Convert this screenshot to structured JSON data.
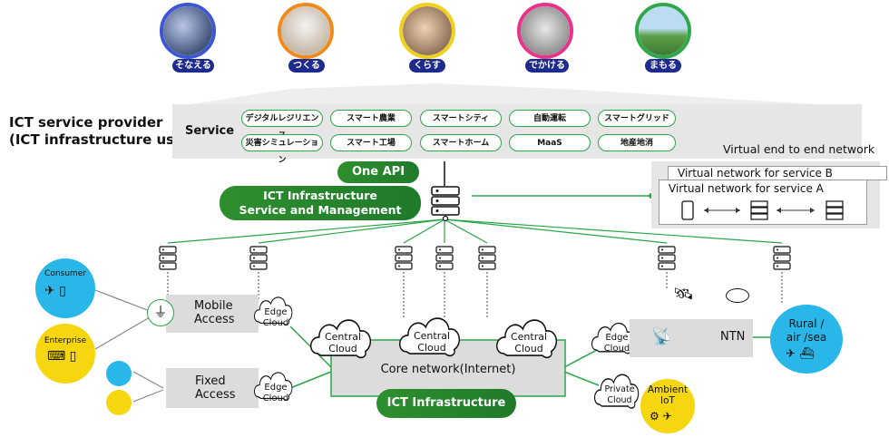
{
  "categories": [
    {
      "label": "そなえる",
      "color": "#3b57d6"
    },
    {
      "label": "つくる",
      "color": "#f08a1c"
    },
    {
      "label": "くらす",
      "color": "#f0d21c"
    },
    {
      "label": "でかける",
      "color": "#e8328c"
    },
    {
      "label": "まもる",
      "color": "#2ea84a"
    }
  ],
  "provider": {
    "line1": "ICT service provider",
    "line2": "(ICT infrastructure user)"
  },
  "service": {
    "label": "Service",
    "row1": [
      "デジタルレジリエンス",
      "スマート農業",
      "スマートシティ",
      "自動運転",
      "スマートグリッド"
    ],
    "row2": [
      "災害シミュレーション",
      "スマート工場",
      "スマートホーム",
      "MaaS",
      "地産地消"
    ]
  },
  "one_api": "One API",
  "ict_mgmt": {
    "line1": "ICT Infrastructure",
    "line2": "Service and Management"
  },
  "virtual": {
    "title": "Virtual end to end network",
    "b": "Virtual network for service B",
    "a": "Virtual network for service A"
  },
  "consumer": "Consumer",
  "enterprise": "Enterprise",
  "mobile": {
    "line1": "Mobile",
    "line2": "Access"
  },
  "fixed": {
    "line1": "Fixed",
    "line2": "Access"
  },
  "edge": {
    "line1": "Edge",
    "line2": "Cloud"
  },
  "central": {
    "line1": "Central",
    "line2": "Cloud"
  },
  "core": "Core network(Internet)",
  "ict_infra": "ICT Infrastructure",
  "ntn": "NTN",
  "private": {
    "line1": "Private",
    "line2": "Cloud"
  },
  "ambient": {
    "line1": "Ambient",
    "line2": "IoT"
  },
  "rural": {
    "line1": "Rural /",
    "line2": "air /sea"
  },
  "colors": {
    "green": "#2aa548",
    "cyan": "#29b6e8",
    "yellow": "#f5d60f",
    "gray": "#dcdcdc"
  }
}
